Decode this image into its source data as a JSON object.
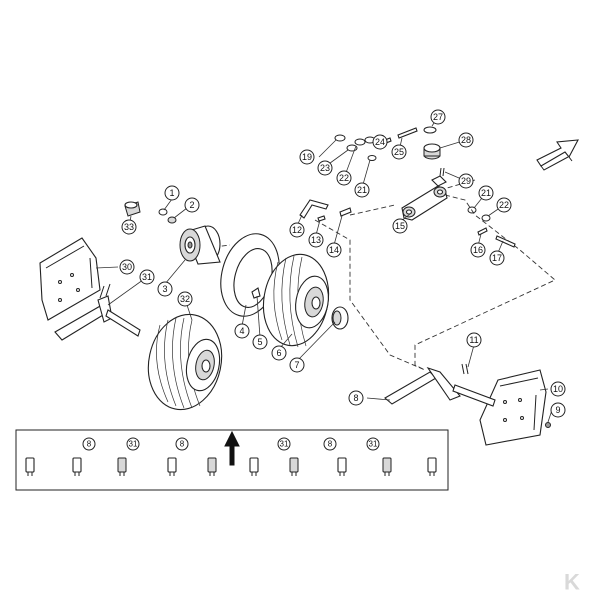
{
  "callouts": [
    {
      "id": "c1",
      "label": "1"
    },
    {
      "id": "c2",
      "label": "2"
    },
    {
      "id": "c3",
      "label": "3"
    },
    {
      "id": "c4",
      "label": "4"
    },
    {
      "id": "c5",
      "label": "5"
    },
    {
      "id": "c6",
      "label": "6"
    },
    {
      "id": "c7",
      "label": "7"
    },
    {
      "id": "c8",
      "label": "8"
    },
    {
      "id": "c9",
      "label": "9"
    },
    {
      "id": "c10",
      "label": "10"
    },
    {
      "id": "c11",
      "label": "11"
    },
    {
      "id": "c12",
      "label": "12"
    },
    {
      "id": "c13",
      "label": "13"
    },
    {
      "id": "c14",
      "label": "14"
    },
    {
      "id": "c15",
      "label": "15"
    },
    {
      "id": "c16",
      "label": "16"
    },
    {
      "id": "c17",
      "label": "17"
    },
    {
      "id": "c19",
      "label": "19"
    },
    {
      "id": "c21a",
      "label": "21"
    },
    {
      "id": "c21b",
      "label": "21"
    },
    {
      "id": "c22a",
      "label": "22"
    },
    {
      "id": "c22b",
      "label": "22"
    },
    {
      "id": "c23",
      "label": "23"
    },
    {
      "id": "c24",
      "label": "24"
    },
    {
      "id": "c25",
      "label": "25"
    },
    {
      "id": "c27",
      "label": "27"
    },
    {
      "id": "c28",
      "label": "28"
    },
    {
      "id": "c29",
      "label": "29"
    },
    {
      "id": "c30",
      "label": "30"
    },
    {
      "id": "c31",
      "label": "31"
    },
    {
      "id": "c32",
      "label": "32"
    },
    {
      "id": "c33",
      "label": "33"
    }
  ],
  "strip_callouts": [
    "8",
    "31",
    "8",
    "31",
    "8",
    "31"
  ],
  "brand_logo": "K",
  "icons": [
    "direction-arrow-icon",
    "up-arrow-icon",
    "brand-logo-icon"
  ]
}
